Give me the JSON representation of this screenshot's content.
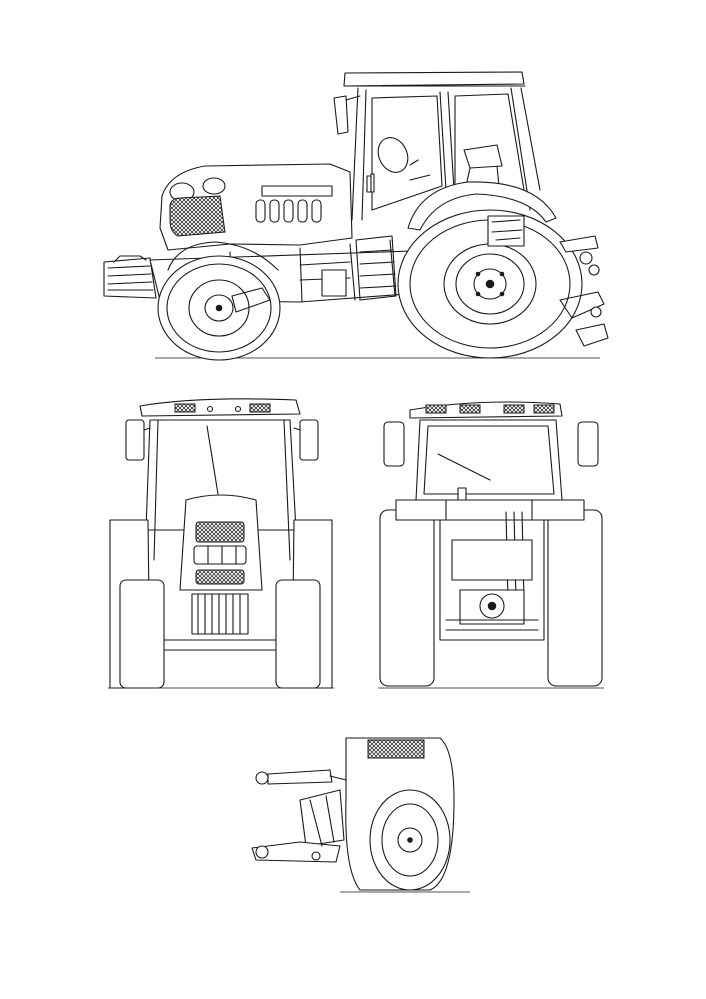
{
  "drawing": {
    "views": [
      {
        "id": "side",
        "label": ""
      },
      {
        "id": "front",
        "label": ""
      },
      {
        "id": "rear",
        "label": ""
      },
      {
        "id": "detail",
        "label": ""
      }
    ],
    "hood_badge_left": "",
    "hood_badge_right": "",
    "line_color": "#1a1a1a",
    "background": "#ffffff"
  }
}
